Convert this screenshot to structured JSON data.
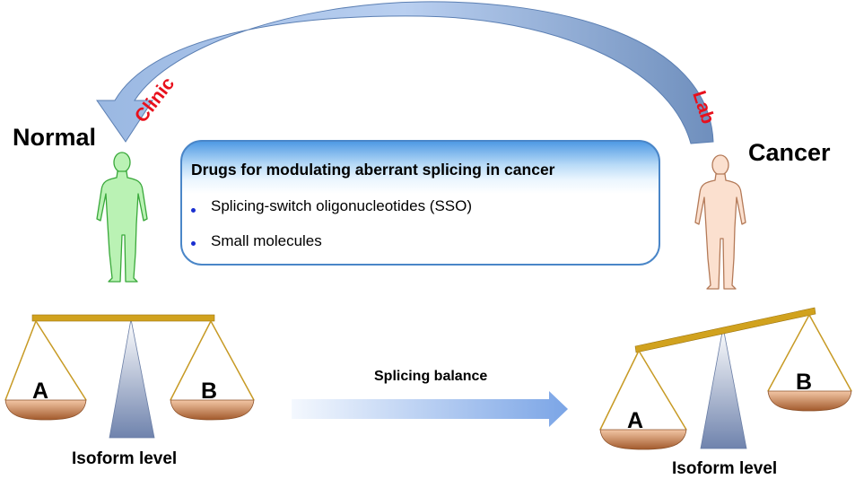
{
  "cycle": {
    "left_arrow_label": "Clinic",
    "right_arrow_label": "Lab",
    "arrow_label_color": "#e8101c",
    "arrow_color": "#8fb0dc"
  },
  "normal": {
    "label": "Normal",
    "figure_color": "#baf2b4",
    "scale": {
      "pan_left": "A",
      "pan_right": "B",
      "caption": "Isoform level",
      "balanced": true
    }
  },
  "cancer": {
    "label": "Cancer",
    "figure_color": "#fbe0cf",
    "scale": {
      "pan_left": "A",
      "pan_right": "B",
      "caption": "Isoform level",
      "balanced": false
    }
  },
  "drugs": {
    "title": "Drugs for modulating aberrant splicing in cancer",
    "items": [
      "Splicing-switch oligonucleotides  (SSO)",
      "Small molecules"
    ]
  },
  "transition": {
    "label": "Splicing balance"
  }
}
